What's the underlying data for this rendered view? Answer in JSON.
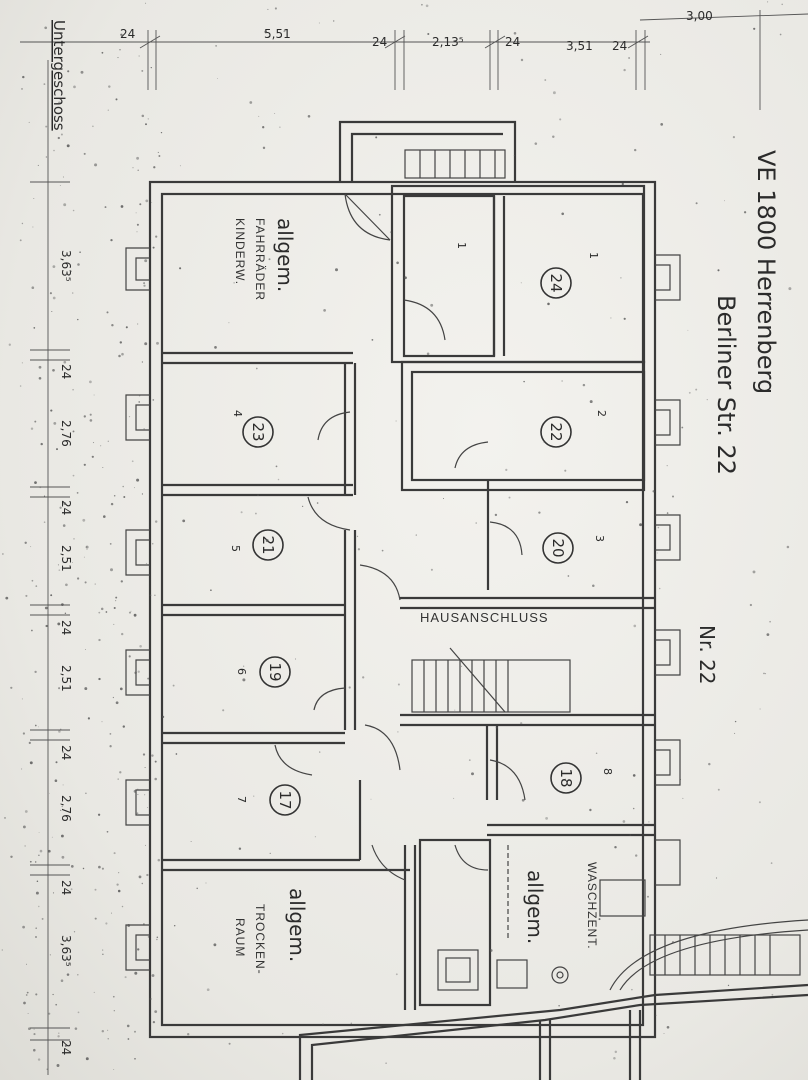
{
  "header": {
    "title_line1": "VE 1800 Herrenberg",
    "title_line2": "Berliner Str. 22",
    "house_number": "Nr. 22",
    "floor_label": "Untergeschoss"
  },
  "dimensions_top": [
    "24",
    "5,51",
    "24",
    "2,13⁵",
    "24",
    "3,51",
    "24",
    "3,00"
  ],
  "dimensions_left": [
    "3,63⁵",
    "24",
    "2,76",
    "24",
    "2,51",
    "24",
    "2,51",
    "24",
    "2,76",
    "24",
    "3,63⁵",
    "24"
  ],
  "rooms": [
    {
      "lines": [
        "allgem.",
        "FAHRRÄDER",
        "KINDERW."
      ]
    },
    {
      "unit": "24",
      "index": "1"
    },
    {
      "index_small": "1"
    },
    {
      "unit": "23",
      "index": "4"
    },
    {
      "unit": "22",
      "index": "2"
    },
    {
      "unit": "21",
      "index": "5"
    },
    {
      "unit": "20",
      "index": "3"
    },
    {
      "unit": "19",
      "index": "6"
    },
    {
      "unit": "18",
      "index": "8"
    },
    {
      "unit": "17",
      "index": "7"
    },
    {
      "lines": [
        "allgem.",
        "TROCKEN-",
        "RAUM"
      ]
    },
    {
      "lines": [
        "allgem.",
        "WASCHZENT."
      ]
    }
  ],
  "corridor_label": "HAUSANSCHLUSS"
}
